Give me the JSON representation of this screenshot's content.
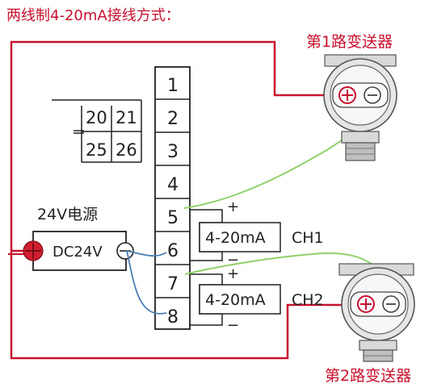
{
  "title": "两线制4-20mA接线方式：",
  "colors": {
    "red": "#c8102e",
    "green": "#8fd16a",
    "blue": "#4a7fb5",
    "black": "#222222",
    "device_gray": "#cfcfcf"
  },
  "power": {
    "label": "24V电源",
    "dc_label": "DC24V"
  },
  "aux_terminals": [
    "20",
    "21",
    "25",
    "26"
  ],
  "terminal_strip": [
    "1",
    "2",
    "3",
    "4",
    "5",
    "6",
    "7",
    "8"
  ],
  "channels": [
    {
      "signal": "4-20mA",
      "name": "CH1",
      "plus": "+",
      "minus": "−"
    },
    {
      "signal": "4-20mA",
      "name": "CH2",
      "plus": "+",
      "minus": "−"
    }
  ],
  "transmitters": [
    {
      "label": "第1路变送器"
    },
    {
      "label": "第2路变送器"
    }
  ]
}
